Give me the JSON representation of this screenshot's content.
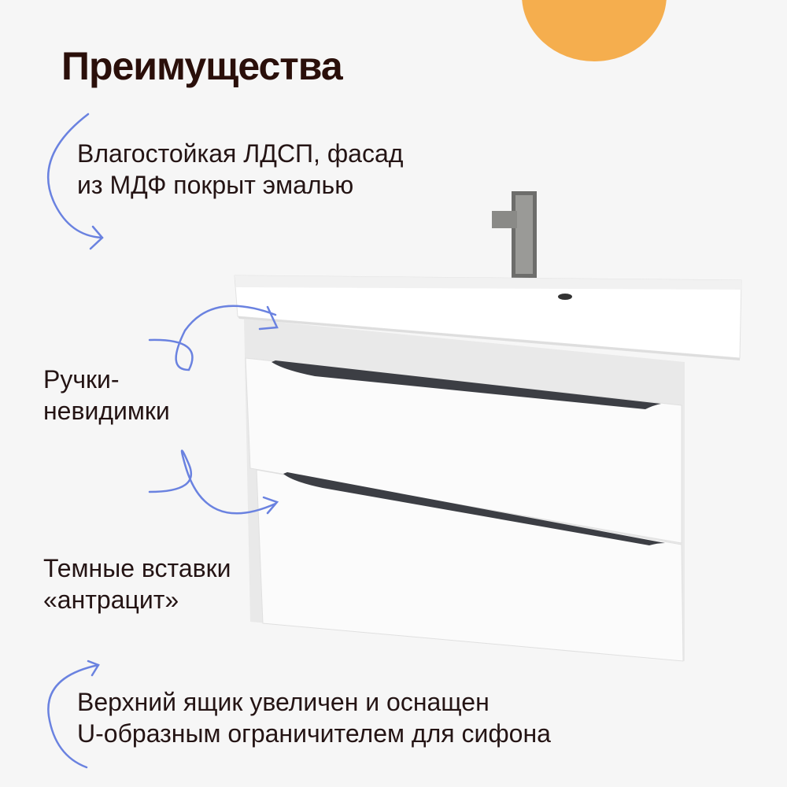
{
  "title": "Преимущества",
  "features": [
    {
      "lines": [
        "Влагостойкая ЛДСП, фасад",
        "из МДФ покрыт эмалью"
      ]
    },
    {
      "lines": [
        "Ручки-",
        "невидимки"
      ]
    },
    {
      "lines": [
        "Темные вставки",
        "«антрацит»"
      ]
    },
    {
      "lines": [
        "Верхний ящик увеличен и оснащен",
        "U-образным ограничителем для сифона"
      ]
    }
  ],
  "colors": {
    "accent": "#f5ae4e",
    "arrow": "#6a82e0",
    "title": "#2a0f0a"
  }
}
